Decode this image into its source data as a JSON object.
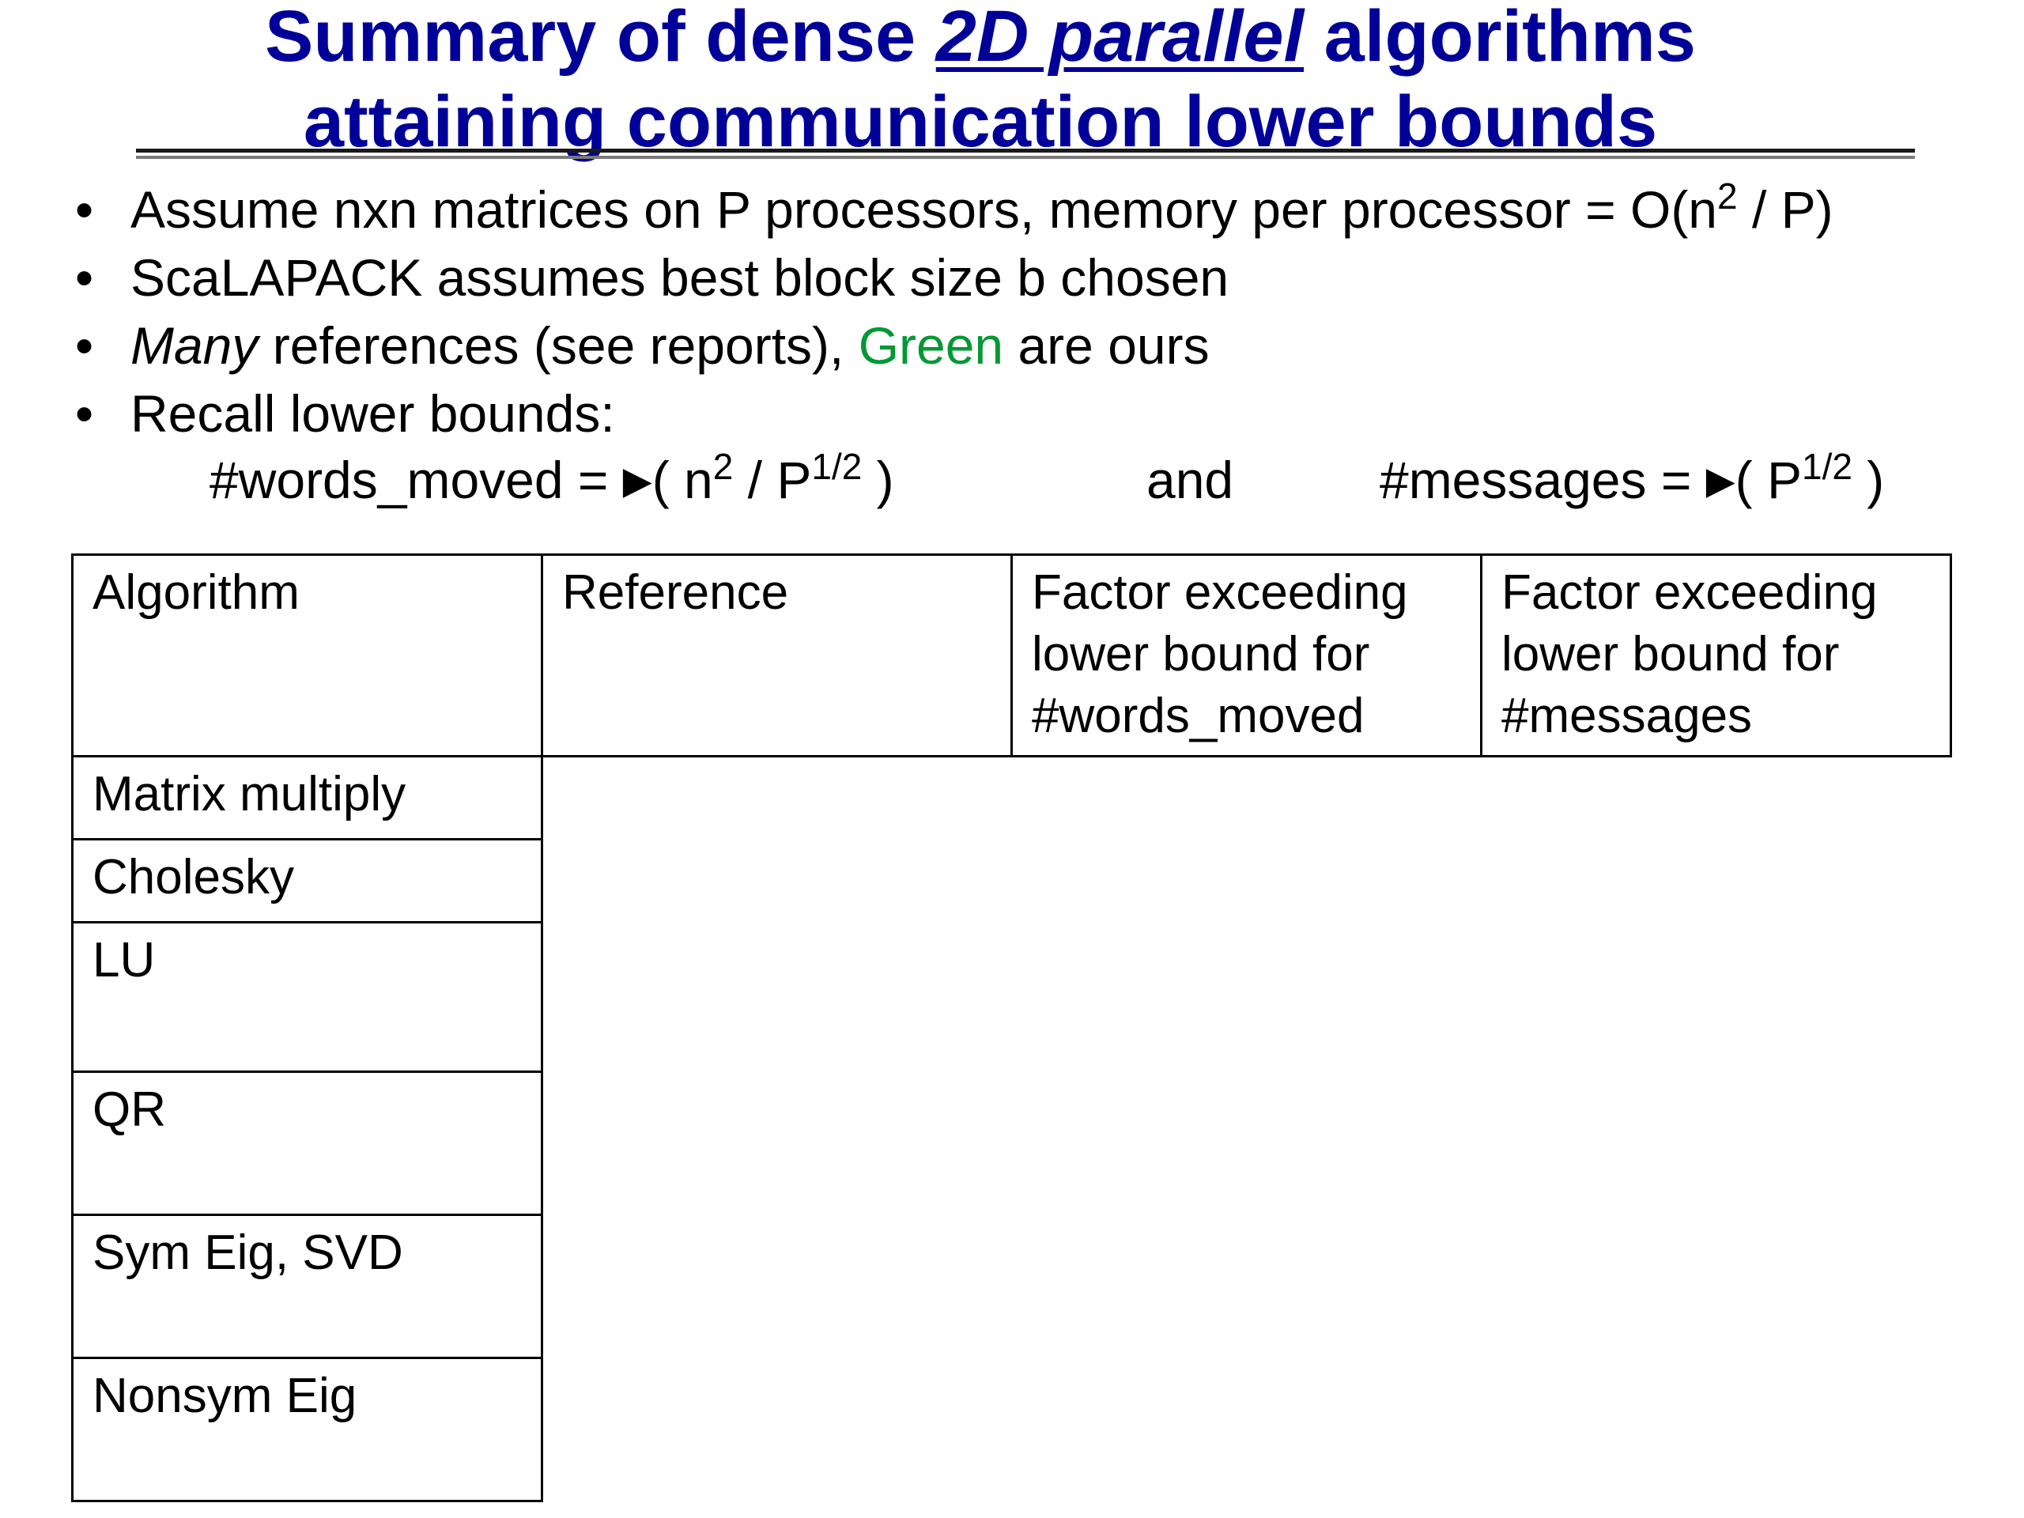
{
  "title": {
    "line1_before": "Summary of dense ",
    "line1_emphasis": "2D parallel",
    "line1_after": " algorithms",
    "line2": "attaining communication lower bounds",
    "color": "#000099"
  },
  "bullets": {
    "b1_text": "Assume nxn matrices on P processors,  memory per processor = O(n",
    "b1_sup": "2",
    "b1_tail": " / P)",
    "b2_text": "ScaLAPACK assumes best block size b chosen",
    "b3_italic": "Many",
    "b3_mid": " references (see reports),  ",
    "b3_green": "Green",
    "b3_tail": " are ours",
    "b4_text": "Recall lower bounds:",
    "bullet_glyph": "•"
  },
  "lower_bounds": {
    "words_label": "#words_moved  =  ",
    "words_open": "( n",
    "words_sup1": "2",
    "words_mid": " /  P",
    "words_sup2": "1/2",
    "words_close": " )",
    "and": "and",
    "msgs_label": "#messages = ",
    "msgs_open": "( P",
    "msgs_sup": "1/2",
    "msgs_close": " )",
    "theta_icon": "▶"
  },
  "table": {
    "headers": [
      "Algorithm",
      "Reference",
      "Factor exceeding\nlower bound for\n#words_moved",
      "Factor exceeding\nlower bound for\n#messages"
    ],
    "rows": [
      "Matrix multiply",
      "Cholesky",
      "LU",
      "QR",
      "Sym Eig, SVD",
      "Nonsym Eig"
    ]
  },
  "colors": {
    "title": "#000099",
    "green": "#009933",
    "text": "#000000"
  }
}
